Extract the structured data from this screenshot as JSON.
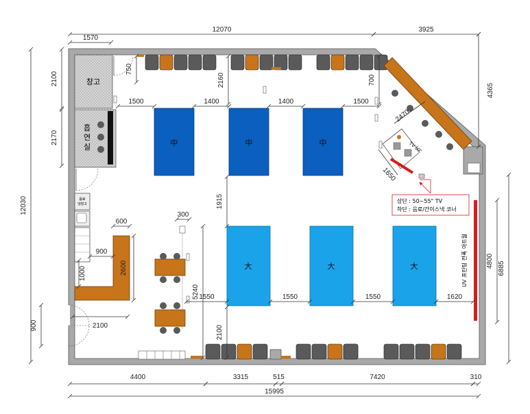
{
  "dimensions": {
    "top_total": "12070",
    "top_right": "3925",
    "top_left": "1570",
    "left_upper": "2100",
    "left_middle": "2170",
    "left_total": "12030",
    "left_door": "900",
    "door_width": "750",
    "top_gap_vertical": "2160",
    "top_right_gap": "700",
    "right_total": "4365",
    "table_gap_1": "1500",
    "table_gap_2": "1400",
    "table_gap_3": "1400",
    "table_gap_4": "1500",
    "diagonal_counter": "2470",
    "tv_corner": "1650",
    "row_gap": "1915",
    "bench_300": "300",
    "counter_600": "600",
    "counter_900": "900",
    "counter_1000": "1000",
    "counter_2600": "2600",
    "height_5240": "5240",
    "big_gap_1": "1550",
    "big_gap_2": "1550",
    "big_gap_3": "1550",
    "big_gap_4": "1620",
    "bottom_gap": "2100",
    "entry_width": "2100",
    "right_wall_inner": "4800",
    "right_wall_outer": "6885",
    "bottom_1": "4400",
    "bottom_2": "3315",
    "bottom_3": "515",
    "bottom_4": "7420",
    "bottom_5": "310",
    "bottom_total": "15995"
  },
  "rooms": {
    "storage": "창고",
    "smoking": [
      "흡",
      "연",
      "실"
    ],
    "fridge": [
      "음료",
      "냉장고"
    ]
  },
  "tables": {
    "medium": [
      "中",
      "中",
      "中"
    ],
    "large": [
      "大",
      "大",
      "大"
    ]
  },
  "tv_label": "TV 50\"",
  "callout": {
    "line1": "상단 : 50~55\" TV",
    "line2": "하단 : 음료/간이스낵 코너"
  },
  "uv_wall_label": "UV 프린팅 전폭 아트월",
  "colors": {
    "medium_table": "#0a5fbf",
    "large_table": "#1aa3e8",
    "wood": "#c8741a",
    "chair": "#5a5a5a",
    "wall": "#a9a9a9",
    "red_accent": "#d81d1d"
  }
}
